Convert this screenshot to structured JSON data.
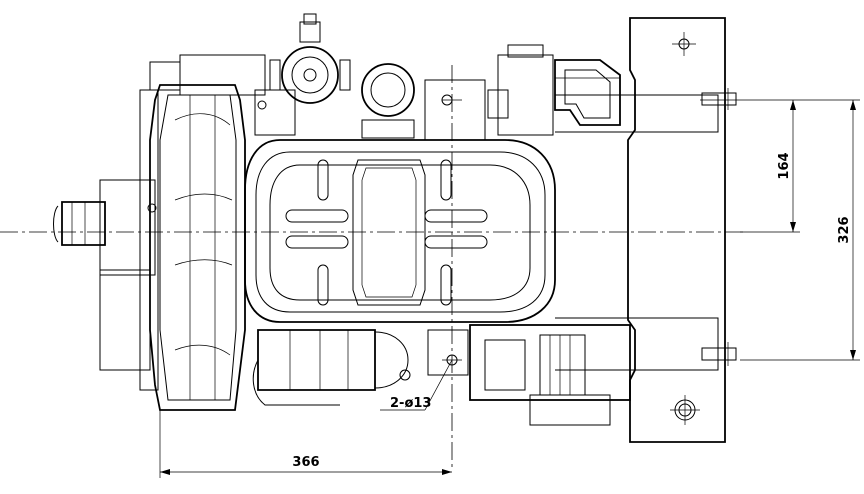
{
  "drawing": {
    "dimensions": {
      "height_inner": "164",
      "height_outer": "326",
      "width_to_hole": "366",
      "hole_callout": "2-ø13"
    }
  }
}
